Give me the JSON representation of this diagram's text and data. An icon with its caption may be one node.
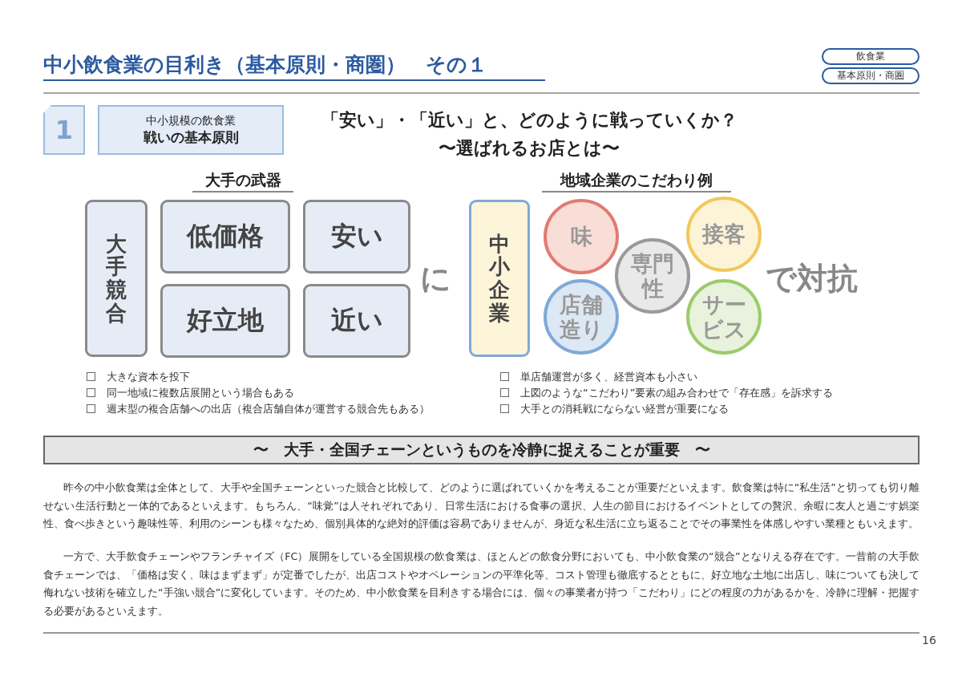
{
  "diagram": {
    "title": "中小飲食業の目利き（基本原則・商圏）　その１",
    "nodes": [
      {
        "text": [
          "飲食業"
        ]
      },
      {
        "text": [
          "基本原則・商圏"
        ]
      },
      {
        "text": [
          "1"
        ]
      },
      {
        "text": [
          "中小規模の飲食業",
          "戦いの基本原則"
        ]
      },
      {
        "text": [
          "大手競合"
        ]
      },
      {
        "text": [
          "低価格"
        ]
      },
      {
        "text": [
          "安い"
        ]
      },
      {
        "text": [
          "好立地"
        ]
      },
      {
        "text": [
          "近い"
        ]
      },
      {
        "text": [
          "中小企業"
        ]
      },
      {
        "text": [
          "味"
        ]
      },
      {
        "text": [
          "専門性"
        ]
      },
      {
        "text": [
          "接客"
        ]
      },
      {
        "text": [
          "店舗造り"
        ]
      },
      {
        "text": [
          "サービス"
        ]
      },
      {
        "text": [
          "〜　大手・全国チェーンというものを冷静に捉えることが重要　〜"
        ]
      }
    ],
    "edges": [],
    "labels": [
      "「安い」・「近い」と、どのように戦っていくか？",
      "〜選ばれるお店とは〜",
      "大手の武器",
      "地域企業のこだわり例",
      "に",
      "で対抗",
      "大きな資本を投下",
      "同一地域に複数店展開という場合もある",
      "週末型の複合店舗への出店（複合店舗自体が運営する競合先もある）",
      "単店舗運営が多く、経営資本も小さい",
      "上図のような“こだわり”要素の組み合わせで「存在感」を訴求する",
      "大手との消耗戦にならない経営が重要になる",
      "昨今の中小飲食業は全体として、大手や全国チェーンといった競合と比較して、どのように選ばれていくかを考えることが重要だといえます。飲食業は特に“私生活”と切っても切り離せない生活行動と一体的であるといえます。もちろん、“味覚”は人それぞれであり、日常生活における食事の選択、人生の節目におけるイベントとしての贅沢、余暇に友人と過ごす娯楽性、食べ歩きという趣味性等、利用のシーンも様々なため、個別具体的な絶対的評価は容易でありませんが、身近な私生活に立ち返ることでその事業性を体感しやすい業種ともいえます。",
      "一方で、大手飲食チェーンやフランチャイズ（FC）展開をしている全国規模の飲食業は、ほとんどの飲食分野においても、中小飲食業の“競合”となりえる存在です。一昔前の大手飲食チェーンでは、「価格は安く、味はまずまず」が定番でしたが、出店コストやオペレーションの平準化等、コスト管理も徹底するとともに、好立地な土地に出店し、味についても決して侮れない技術を確立した“手強い競合”に変化しています。そのため、中小飲食業を目利きする場合には、個々の事業者が持つ「こだわり」にどの程度の力があるかを、冷静に理解・把握する必要があるといえます。",
      "16"
    ]
  }
}
